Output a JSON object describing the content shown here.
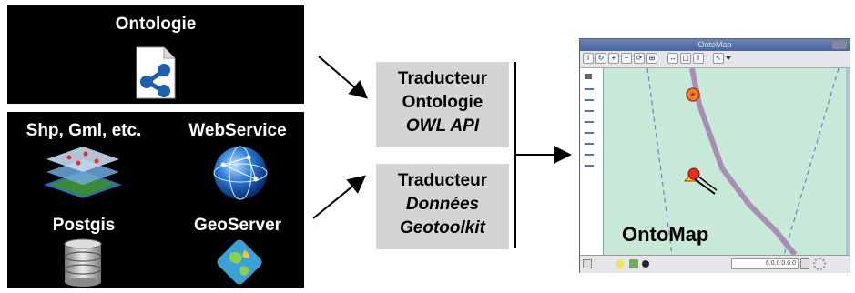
{
  "sources_top": {
    "title": "Ontologie",
    "icon": "ontology-share-icon"
  },
  "sources_bottom": {
    "shp": "Shp, Gml, etc.",
    "webservice": "WebService",
    "postgis": "Postgis",
    "geoserver": "GeoServer"
  },
  "translator_ontology": {
    "line1": "Traducteur",
    "line2": "Ontologie",
    "line3": "OWL API"
  },
  "translator_data": {
    "line1": "Traducteur",
    "line2": "Données",
    "line3": "Geotoolkit"
  },
  "app": {
    "window_title": "OntoMap",
    "label": "OntoMap",
    "status_value": "6.0.0.0.0.0"
  },
  "colors": {
    "panel": "#000000",
    "translator": "#d4d4d4",
    "map_bg": "#c8e8d8",
    "road": "#a98db5"
  }
}
